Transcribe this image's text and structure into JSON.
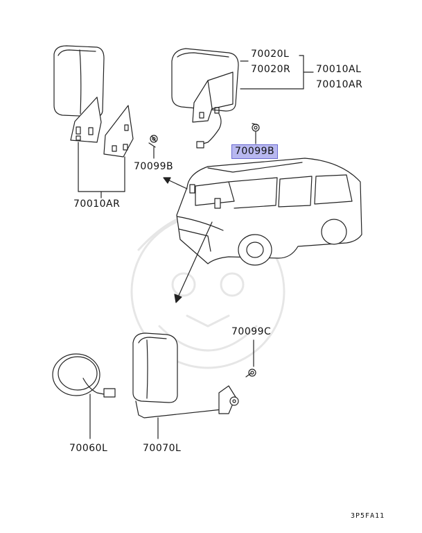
{
  "labels": {
    "l1": "70020L",
    "l2": "70020R",
    "l3": "70010AL",
    "l4": "70010AR",
    "l5": "70099B",
    "l6": "70099B",
    "l7": "70010AR",
    "l8": "70099C",
    "l9": "70060L",
    "l10": "70070L"
  },
  "diagram_code": "3P5FA11",
  "highlight_color": "#b8b8f0"
}
